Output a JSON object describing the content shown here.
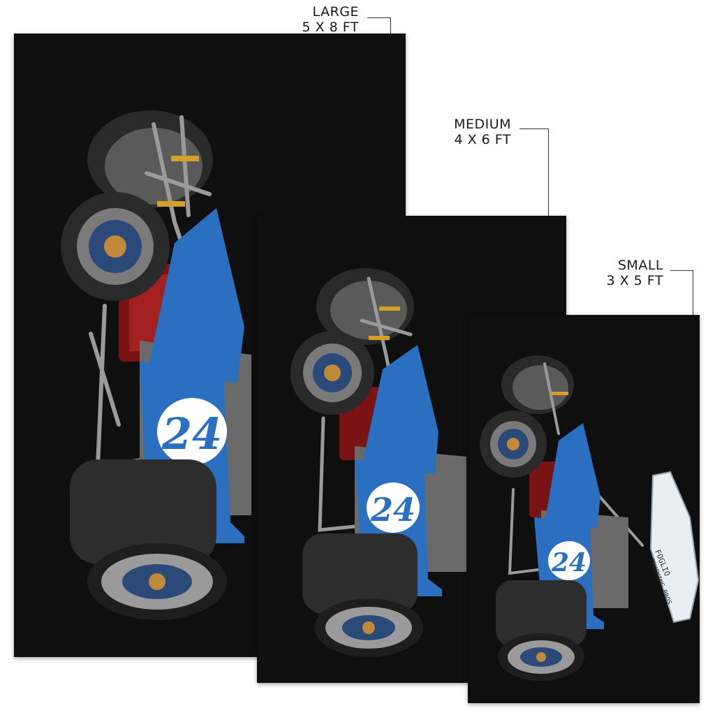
{
  "sizes": [
    {
      "name": "LARGE",
      "dims": "5 X 8  FT"
    },
    {
      "name": "MEDIUM",
      "dims": "4 X 6  FT"
    },
    {
      "name": "SMALL",
      "dims": "3 X 5  FT"
    }
  ],
  "car": {
    "number": "24",
    "wing_text_line1": "FOGLIO",
    "wing_text_line2": "TRUCKING  BROS",
    "body_color": "#2a6fc0",
    "rug_color": "#0f0f0f"
  }
}
